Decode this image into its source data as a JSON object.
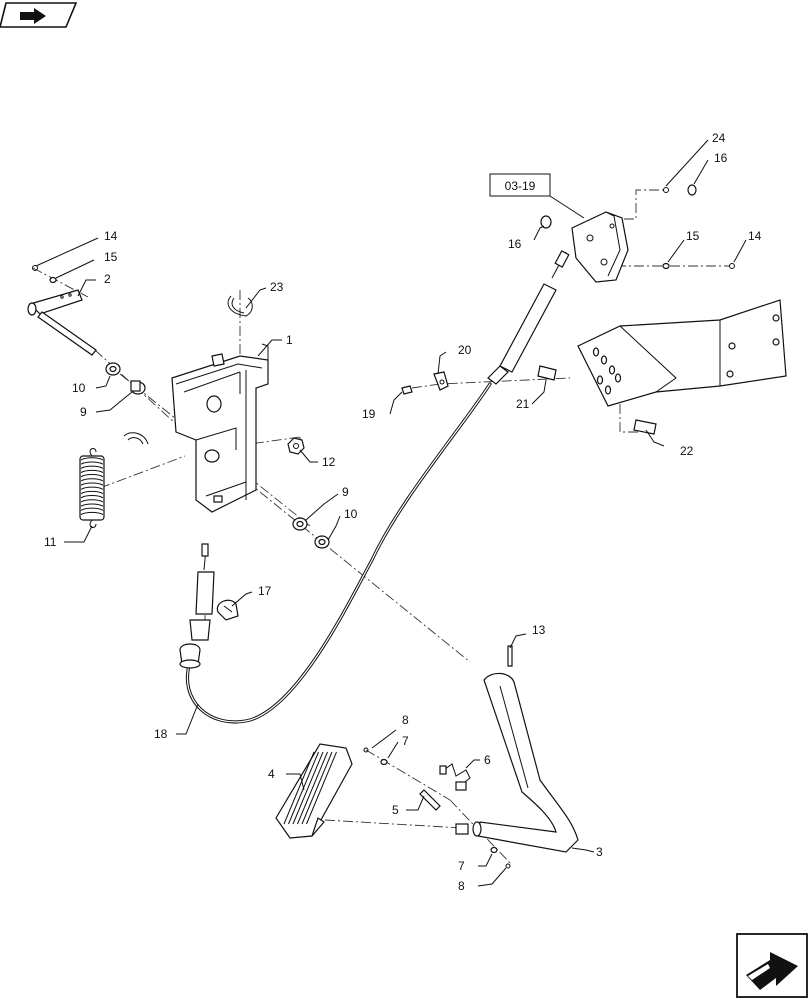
{
  "reference_box": "03-19",
  "callouts": {
    "c1": "1",
    "c2": "2",
    "c3": "3",
    "c4": "4",
    "c5": "5",
    "c6": "6",
    "c7a": "7",
    "c7b": "7",
    "c8a": "8",
    "c8b": "8",
    "c9a": "9",
    "c9b": "9",
    "c10a": "10",
    "c10b": "10",
    "c11": "11",
    "c12": "12",
    "c13": "13",
    "c14a": "14",
    "c14b": "14",
    "c15a": "15",
    "c15b": "15",
    "c16a": "16",
    "c16b": "16",
    "c17": "17",
    "c18": "18",
    "c19": "19",
    "c20": "20",
    "c21": "21",
    "c22": "22",
    "c23": "23",
    "c24": "24"
  },
  "icons": {
    "top_left": "book-arrow-icon",
    "bottom_right": "next-page-arrow-icon"
  }
}
